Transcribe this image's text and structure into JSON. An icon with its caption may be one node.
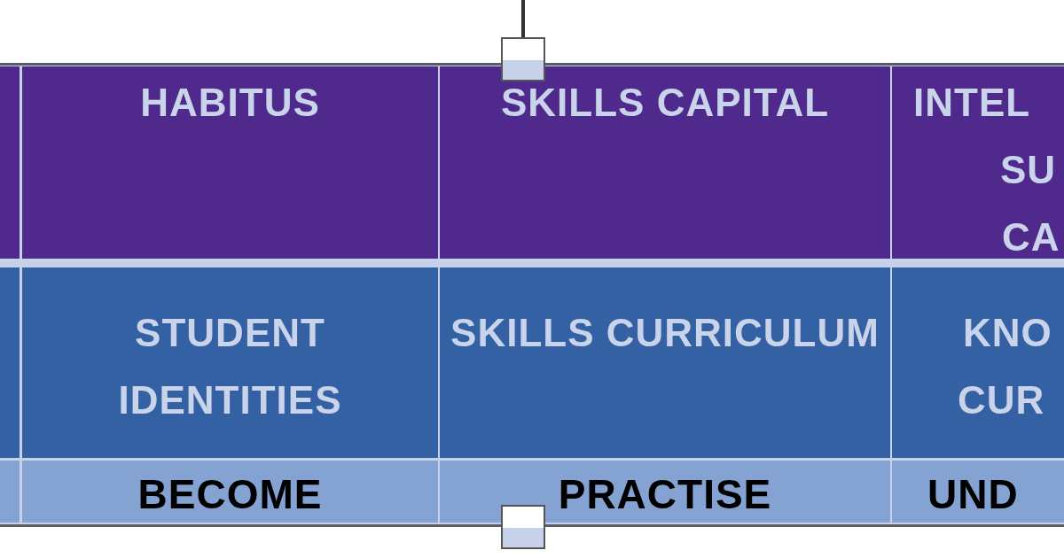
{
  "diagram": {
    "labels": [
      "HABITUS",
      "SKILLS CAPITAL",
      "INTEL",
      "SU",
      "CA",
      "STUDENT IDENTITIES",
      "SKILLS CURRICULUM",
      "KNO",
      "CUR",
      "BECOME",
      "PRACTISE",
      "UND"
    ]
  }
}
